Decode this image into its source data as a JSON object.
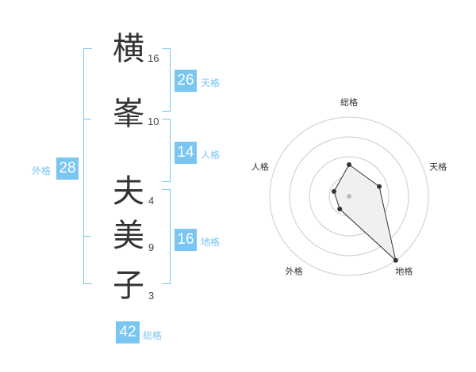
{
  "name": {
    "chars": [
      {
        "char": "横",
        "strokes": "16"
      },
      {
        "char": "峯",
        "strokes": "10"
      },
      {
        "char": "夫",
        "strokes": "4"
      },
      {
        "char": "美",
        "strokes": "9"
      },
      {
        "char": "子",
        "strokes": "3"
      }
    ]
  },
  "scores": {
    "tenkaku": {
      "value": "26",
      "label": "天格"
    },
    "jinkaku": {
      "value": "14",
      "label": "人格"
    },
    "chikaku": {
      "value": "16",
      "label": "地格"
    },
    "gaikaku": {
      "value": "28",
      "label": "外格"
    },
    "soukaku": {
      "value": "42",
      "label": "総格"
    }
  },
  "chart_data": {
    "type": "radar",
    "axes": [
      "総格",
      "天格",
      "地格",
      "外格",
      "人格"
    ],
    "values": [
      2,
      2,
      5,
      1,
      1
    ],
    "rmax": 5,
    "rings": 4,
    "colors": {
      "fill": "#eeeeee",
      "line": "#333333",
      "grid": "#cccccc",
      "point": "#333333",
      "center": "#bbbbbb"
    }
  }
}
